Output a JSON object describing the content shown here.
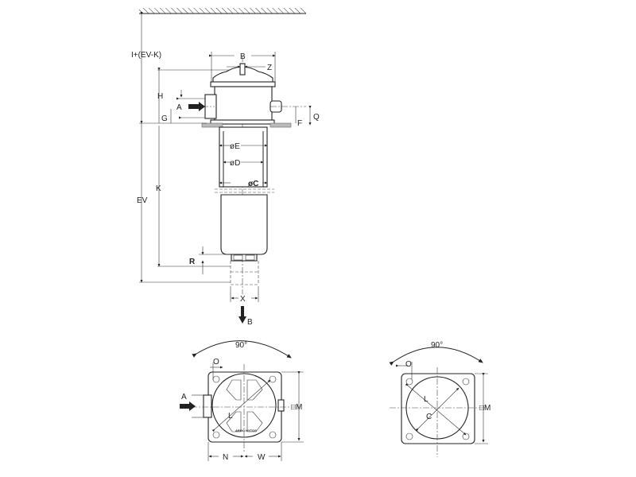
{
  "side_view": {
    "labels": {
      "installation": "I+(EV-K)",
      "b_width": "B",
      "z": "Z",
      "h": "H",
      "a_inlet": "A",
      "g": "G",
      "q": "Q",
      "f": "F",
      "e": "øE",
      "d": "øD",
      "c": "øC",
      "k": "K",
      "ev": "EV",
      "r": "R",
      "x": "X",
      "b_outlet": "B"
    }
  },
  "top_view_filter": {
    "labels": {
      "angle": "90°",
      "o": "O",
      "a_inlet": "A",
      "m": "□M",
      "l": "L",
      "n": "N",
      "w": "W"
    },
    "logo": "ARGO HYTOS"
  },
  "top_view_flange": {
    "labels": {
      "angle": "90°",
      "o": "O",
      "m": "□M",
      "l": "L",
      "c": "C"
    }
  }
}
